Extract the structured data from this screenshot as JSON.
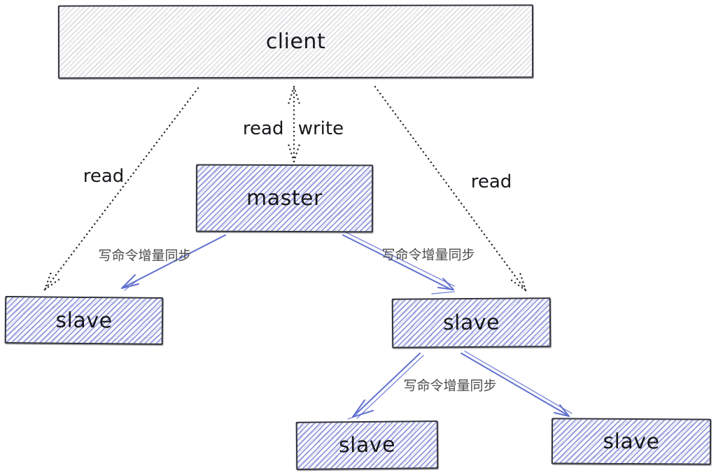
{
  "diagram": {
    "nodes": {
      "client": {
        "label": "client"
      },
      "master": {
        "label": "master"
      },
      "slave_left": {
        "label": "slave"
      },
      "slave_right": {
        "label": "slave"
      },
      "slave_bottom_left": {
        "label": "slave"
      },
      "slave_bottom_right": {
        "label": "slave"
      }
    },
    "edges": {
      "client_master": {
        "label": "read write",
        "style": "dotted",
        "direction": "bidirectional"
      },
      "client_slave_left": {
        "label": "read",
        "style": "dotted",
        "direction": "client-to-slave"
      },
      "client_slave_right": {
        "label": "read",
        "style": "dotted",
        "direction": "client-to-slave"
      },
      "master_slave_left": {
        "label": "写命令增量同步",
        "style": "solid",
        "direction": "master-to-slave"
      },
      "master_slave_right": {
        "label": "写命令增量同步",
        "style": "solid",
        "direction": "master-to-slave"
      },
      "slave_right_children": {
        "label": "写命令增量同步",
        "style": "solid",
        "direction": "slave-to-sub-slaves"
      }
    },
    "colors": {
      "box_border": "#33343d",
      "hatch_blue": "#838bd4",
      "hatch_gray": "#bcbcc5",
      "arrow_blue": "#6070ce",
      "arrow_dark": "#2b2b2b",
      "sync_label_text": "#4b4b4b",
      "node_text": "#17171c"
    }
  }
}
